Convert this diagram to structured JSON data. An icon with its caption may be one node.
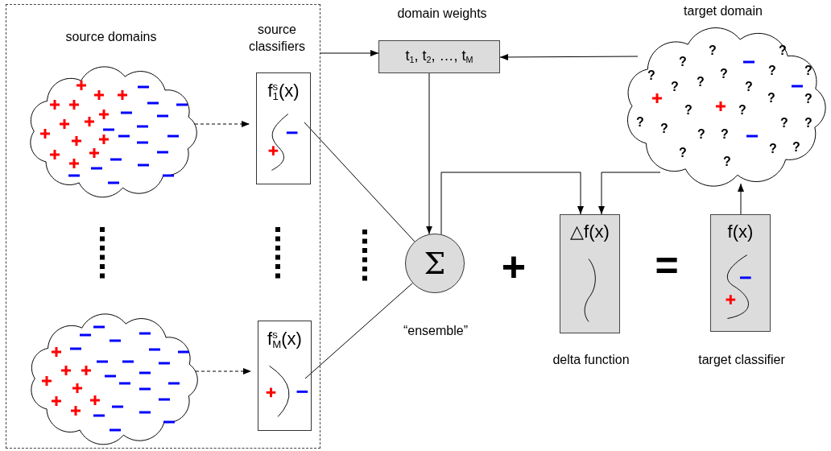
{
  "diagram": {
    "nodes": [
      {
        "text": [],
        "shape": "box"
      },
      {
        "text": [],
        "shape": "cloud",
        "in": 0,
        "beside": [
          "source domains"
        ]
      },
      {
        "text": [
          "f$^{s}$$_{1}$(x)"
        ],
        "in": 0,
        "beside": [
          "source classifiers"
        ]
      },
      {
        "text": [],
        "shape": "cloud",
        "in": 0
      },
      {
        "text": [
          "f$^{s}$$_{M}$(x)"
        ],
        "in": 0
      },
      {
        "text": [
          "t$_{1}$, t$_{2}$, …, t$_{M}$"
        ],
        "beside": [
          "domain weights"
        ]
      },
      {
        "text": [
          "?",
          "?",
          "?",
          "?",
          "?",
          "?",
          "?",
          "?",
          "?",
          "?",
          "?",
          "?",
          "?",
          "?",
          "?",
          "?",
          "?",
          "?",
          "?",
          "?",
          "?",
          "?",
          "?",
          "?"
        ],
        "beside": [
          "target domain"
        ]
      },
      {
        "text": [
          "Σ"
        ],
        "beside": [
          "“ensemble”"
        ]
      },
      {
        "text": [
          "△f(x)"
        ],
        "beside": [
          "delta function"
        ]
      },
      {
        "text": [
          "f(x)"
        ],
        "beside": [
          "target classifier"
        ]
      }
    ],
    "edges": [
      {
        "from": 0,
        "to": 5,
        "arrow": "to"
      },
      {
        "from": 6,
        "to": 5,
        "arrow": "to"
      },
      {
        "from": 5,
        "to": 7,
        "arrow": "to"
      },
      {
        "from": 2,
        "to": 7,
        "arrow": "none"
      },
      {
        "from": 4,
        "to": 7,
        "arrow": "none"
      },
      {
        "from": 7,
        "to": 8,
        "arrow": "to"
      },
      {
        "from": 6,
        "to": 8,
        "arrow": "to"
      },
      {
        "from": 9,
        "to": 6,
        "arrow": "to"
      },
      {
        "from": 1,
        "to": 2,
        "arrow": "to",
        "style": "dashed"
      },
      {
        "from": 3,
        "to": 4,
        "arrow": "to",
        "style": "dashed"
      }
    ],
    "labels": [
      "+",
      "="
    ]
  }
}
